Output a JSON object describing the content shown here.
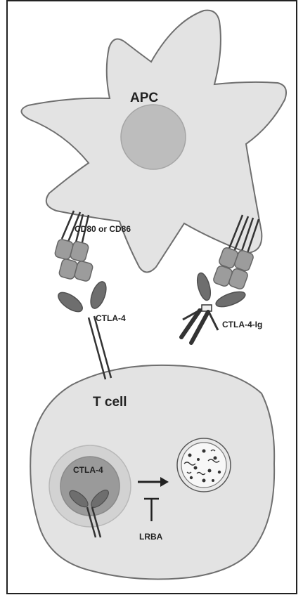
{
  "diagram": {
    "labels": {
      "apc": "APC",
      "cd80_cd86": "CD80 or CD86",
      "ctla4_receptor": "CTLA-4",
      "ctla4_ig": "CTLA-4-Ig",
      "t_cell": "T cell",
      "ctla4_intracellular": "CTLA-4",
      "lrba": "LRBA"
    },
    "colors": {
      "cell_fill": "#e3e3e3",
      "cell_stroke": "#6f6f6f",
      "nucleus": "#bdbdbd",
      "ligand": "#9c9c9c",
      "receptor": "#6e6e6e",
      "vesicle_outer": "#e8e8e8",
      "vesicle_inner": "#f7f7f7",
      "frame": "#222222"
    }
  }
}
